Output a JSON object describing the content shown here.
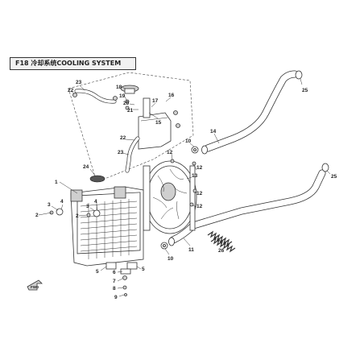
{
  "title": "F18 冷却系统COOLING SYSTEM",
  "callouts": {
    "c1": "1",
    "c2a": "2",
    "c2b": "2",
    "c3a": "3",
    "c3b": "3",
    "c4a": "4",
    "c4b": "4",
    "c5a": "5",
    "c5b": "5",
    "c6": "6",
    "c7": "7",
    "c8": "8",
    "c9": "9",
    "c10a": "10",
    "c10b": "10",
    "c11": "11",
    "c12a": "12",
    "c12b": "12",
    "c12c": "12",
    "c12d": "12",
    "c13": "13",
    "c14": "14",
    "c15": "15",
    "c16": "16",
    "c17": "17",
    "c18": "18",
    "c19": "19",
    "c20": "20",
    "c21": "21",
    "c22a": "22",
    "c22b": "22",
    "c23a": "23",
    "c23b": "23",
    "c24": "24",
    "c25a": "25",
    "c25b": "25",
    "c26": "26"
  },
  "fwd_label": "FWD",
  "icons": [
    "radiator",
    "fan-assembly",
    "expansion-tank",
    "hose",
    "spring-hose",
    "clamp",
    "bolt",
    "cap"
  ]
}
